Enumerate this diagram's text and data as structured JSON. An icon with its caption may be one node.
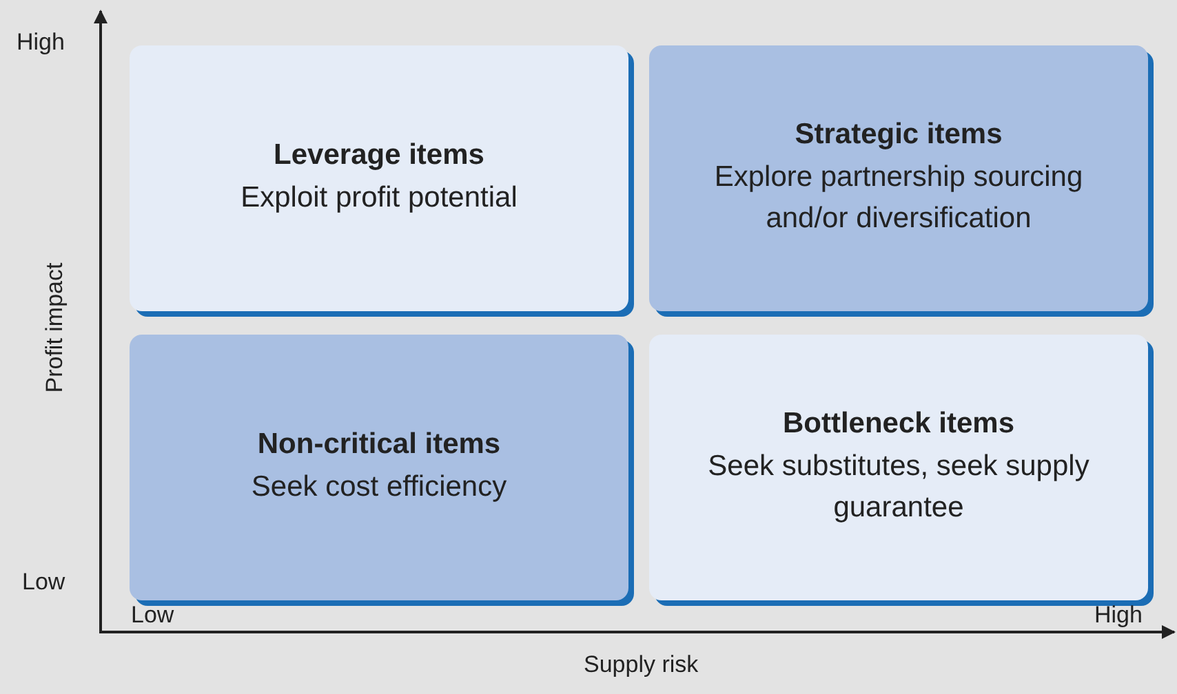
{
  "diagram": {
    "nodes": [
      {
        "text": [
          "Leverage items",
          "Exploit profit potential"
        ]
      },
      {
        "text": [
          "Strategic items",
          "Explore partnership sourcing and/or diversification"
        ]
      },
      {
        "text": [
          "Non-critical items",
          "Seek cost efficiency"
        ]
      },
      {
        "text": [
          "Bottleneck items",
          "Seek substitutes, seek supply guarantee"
        ]
      }
    ],
    "labels": [
      "High",
      "Profit impact",
      "Low",
      "Low",
      "Supply risk",
      "High"
    ]
  }
}
